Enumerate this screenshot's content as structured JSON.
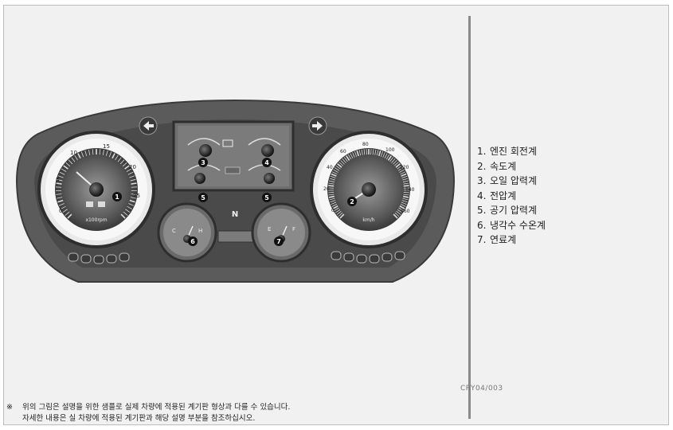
{
  "cluster": {
    "tach": {
      "ticks": [
        "0",
        "5",
        "10",
        "15",
        "20",
        "25"
      ],
      "unit": "x100rpm",
      "callout": "1"
    },
    "speedo": {
      "ticks": [
        "0",
        "20",
        "40",
        "60",
        "80",
        "100",
        "120",
        "140",
        "160"
      ],
      "unit": "km/h",
      "callout": "2"
    },
    "oil_pressure": {
      "callout": "3"
    },
    "voltmeter": {
      "callout": "4"
    },
    "air_left": {
      "callout": "5"
    },
    "air_right": {
      "callout": "5"
    },
    "coolant": {
      "callout": "6",
      "low": "C",
      "high": "H"
    },
    "fuel": {
      "callout": "7",
      "low": "E",
      "high": "F"
    },
    "center_indicator": "N"
  },
  "legend": {
    "items": [
      {
        "num": "1.",
        "label": "엔진 회전계"
      },
      {
        "num": "2.",
        "label": "속도계"
      },
      {
        "num": "3.",
        "label": "오일 압력계"
      },
      {
        "num": "4.",
        "label": "전압계"
      },
      {
        "num": "5.",
        "label": "공기 압력계"
      },
      {
        "num": "6.",
        "label": "냉각수 수온계"
      },
      {
        "num": "7.",
        "label": "연료계"
      }
    ]
  },
  "image_code": "CRY04/003",
  "footnote": {
    "mark": "※",
    "line1": "위의 그림은 설명을 위한 샘플로 실제 차량에 적용된 계기판 형상과 다를 수 있습니다.",
    "line2": "자세한 내용은 실 차량에 적용된 계기판과 해당 설명 부분을 참조하십시오."
  }
}
